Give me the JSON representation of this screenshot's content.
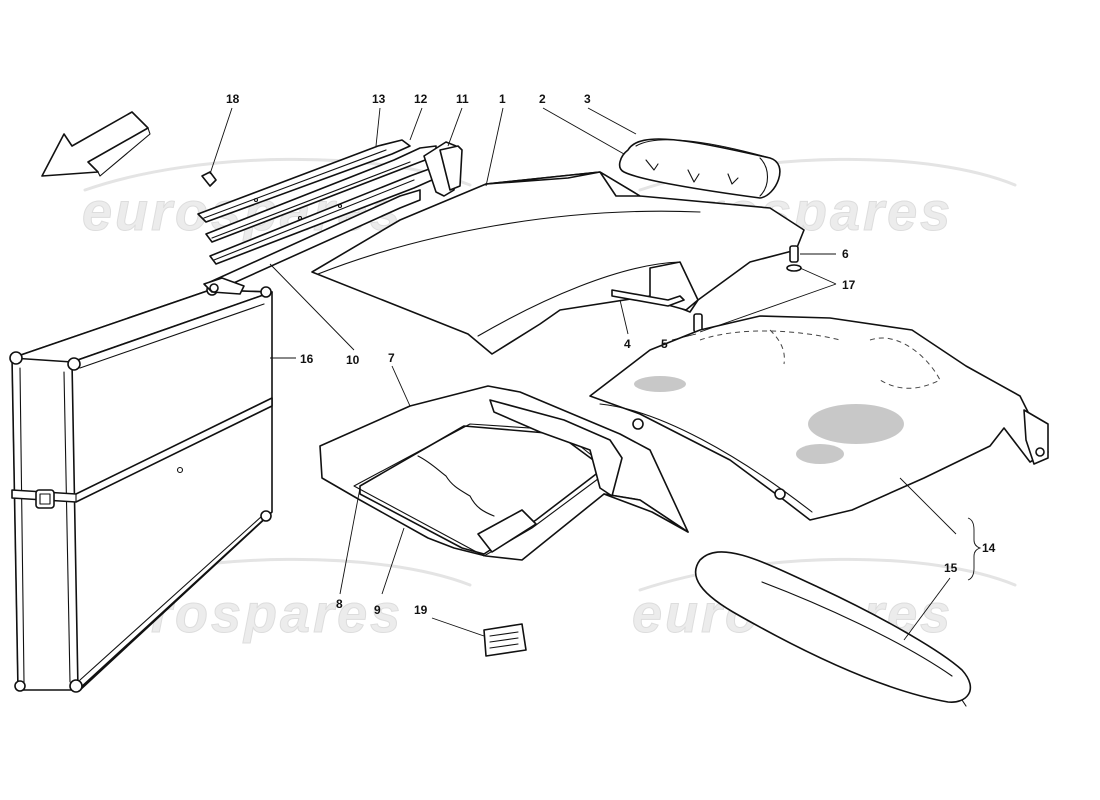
{
  "watermark": {
    "text": "eurospares",
    "color": "#e6e6e6"
  },
  "callouts": {
    "c1": "1",
    "c2": "2",
    "c3": "3",
    "c4": "4",
    "c5": "5",
    "c6": "6",
    "c7": "7",
    "c8": "8",
    "c9": "9",
    "c10": "10",
    "c11": "11",
    "c12": "12",
    "c13": "13",
    "c14": "14",
    "c15": "15",
    "c16": "16",
    "c17": "17",
    "c18": "18",
    "c19": "19"
  },
  "icons": {
    "direction": "arrow-front-icon"
  },
  "colors": {
    "line": "#111111",
    "background": "#ffffff"
  }
}
